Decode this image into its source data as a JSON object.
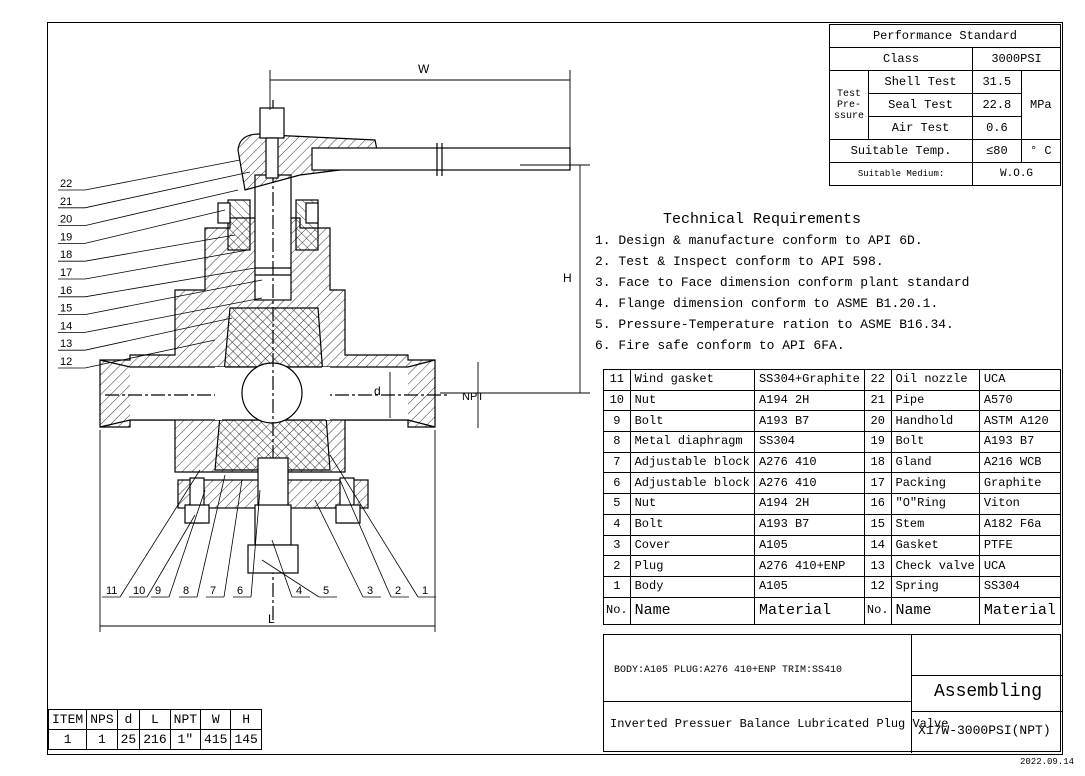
{
  "performance": {
    "title": "Performance Standard",
    "class_label": "Class",
    "class_value": "3000PSI",
    "test_label": "Test Pre-ssure",
    "rows": [
      {
        "name": "Shell Test",
        "value": "31.5"
      },
      {
        "name": "Seal Test",
        "value": "22.8"
      },
      {
        "name": "Air Test",
        "value": "0.6"
      }
    ],
    "unit": "MPa",
    "temp_label": "Suitable Temp.",
    "temp_value": "≤80",
    "temp_unit": "° C",
    "medium_label": "Suitable Medium:",
    "medium_value": "W.O.G"
  },
  "technical": {
    "title": "Technical Requirements",
    "items": [
      "1. Design & manufacture conform to API 6D.",
      "2. Test & Inspect conform to API 598.",
      "3. Face to Face dimension conform plant standard",
      "4. Flange dimension conform to ASME B1.20.1.",
      "5. Pressure-Temperature ration to ASME B16.34.",
      "6. Fire safe conform to API 6FA."
    ]
  },
  "parts": {
    "rows": [
      [
        "11",
        "Wind gasket",
        "SS304+Graphite",
        "22",
        "Oil nozzle",
        "UCA"
      ],
      [
        "10",
        "Nut",
        "A194 2H",
        "21",
        "Pipe",
        "A570"
      ],
      [
        "9",
        "Bolt",
        "A193 B7",
        "20",
        "Handhold",
        "ASTM A120"
      ],
      [
        "8",
        "Metal diaphragm",
        "SS304",
        "19",
        "Bolt",
        "A193 B7"
      ],
      [
        "7",
        "Adjustable block",
        "A276 410",
        "18",
        "Gland",
        "A216 WCB"
      ],
      [
        "6",
        "Adjustable block",
        "A276 410",
        "17",
        "Packing",
        "Graphite"
      ],
      [
        "5",
        "Nut",
        "A194 2H",
        "16",
        "\"O\"Ring",
        "Viton"
      ],
      [
        "4",
        "Bolt",
        "A193 B7",
        "15",
        "Stem",
        "A182 F6a"
      ],
      [
        "3",
        "Cover",
        "A105",
        "14",
        "Gasket",
        "PTFE"
      ],
      [
        "2",
        "Plug",
        "A276 410+ENP",
        "13",
        "Check valve",
        "UCA"
      ],
      [
        "1",
        "Body",
        "A105",
        "12",
        "Spring",
        "SS304"
      ]
    ],
    "header": [
      "No.",
      "Name",
      "Material",
      "No.",
      "Name",
      "Material"
    ]
  },
  "title_block": {
    "materials": "BODY:A105 PLUG:A276 410+ENP TRIM:SS410",
    "assembling": "Assembling",
    "product_name": "Inverted Pressuer Balance Lubricated Plug Valve",
    "model": "X17W-3000PSI(NPT)",
    "date": "2022.09.14"
  },
  "dims": {
    "header": [
      "ITEM",
      "NPS",
      "d",
      "L",
      "NPT",
      "W",
      "H"
    ],
    "row": [
      "1",
      "1",
      "25",
      "216",
      "1\"",
      "415",
      "145"
    ]
  },
  "drawing": {
    "callouts_left": [
      "22",
      "21",
      "20",
      "19",
      "18",
      "17",
      "16",
      "15",
      "14",
      "13",
      "12"
    ],
    "callouts_bottom": [
      "11",
      "10",
      "9",
      "8",
      "7",
      "6",
      "4",
      "5",
      "3",
      "2",
      "1"
    ],
    "dim_W": "W",
    "dim_H": "H",
    "dim_L": "L",
    "dim_d": "d",
    "dim_NPT": "NPT"
  }
}
